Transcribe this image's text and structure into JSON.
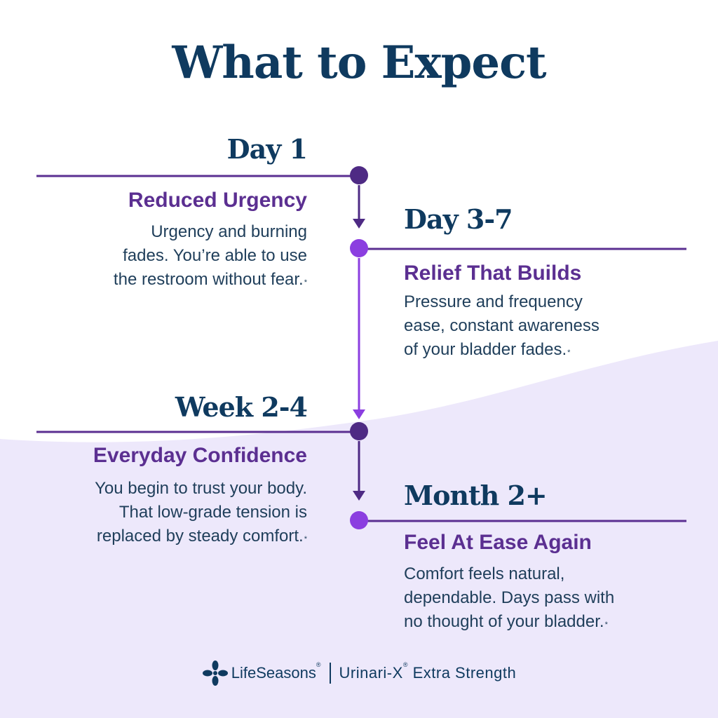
{
  "colors": {
    "navy": "#0f3a5f",
    "purple": "#5b2f91",
    "dark_dot": "#4e2a84",
    "light_dot": "#8b3ee0",
    "text": "#1f3e5a",
    "wave": "#ede8fb"
  },
  "title": "What to Expect",
  "timeline": [
    {
      "milestone": "Day 1",
      "heading": "Reduced Urgency",
      "description_lines": [
        "Urgency and burning",
        "fades. You’re able to use",
        "the restroom without fear."
      ],
      "asterisk": "*"
    },
    {
      "milestone": "Day 3-7",
      "heading": "Relief That Builds",
      "description_lines": [
        "Pressure and frequency",
        "ease, constant awareness",
        "of your bladder fades."
      ],
      "asterisk": "*"
    },
    {
      "milestone": "Week 2-4",
      "heading": "Everyday Confidence",
      "description_lines": [
        "You begin to trust your body.",
        "That low-grade tension is",
        "replaced by steady comfort."
      ],
      "asterisk": "*"
    },
    {
      "milestone": "Month 2+",
      "heading": "Feel At Ease Again",
      "description_lines": [
        "Comfort feels natural,",
        "dependable. Days pass with",
        "no thought of your bladder."
      ],
      "asterisk": "*"
    }
  ],
  "footer": {
    "brand": "LifeSeasons",
    "brand_mark": "®",
    "product": "Urinari-X",
    "product_mark": "®",
    "product_suffix": "Extra Strength",
    "logo_icon": "flower-logo-icon"
  }
}
